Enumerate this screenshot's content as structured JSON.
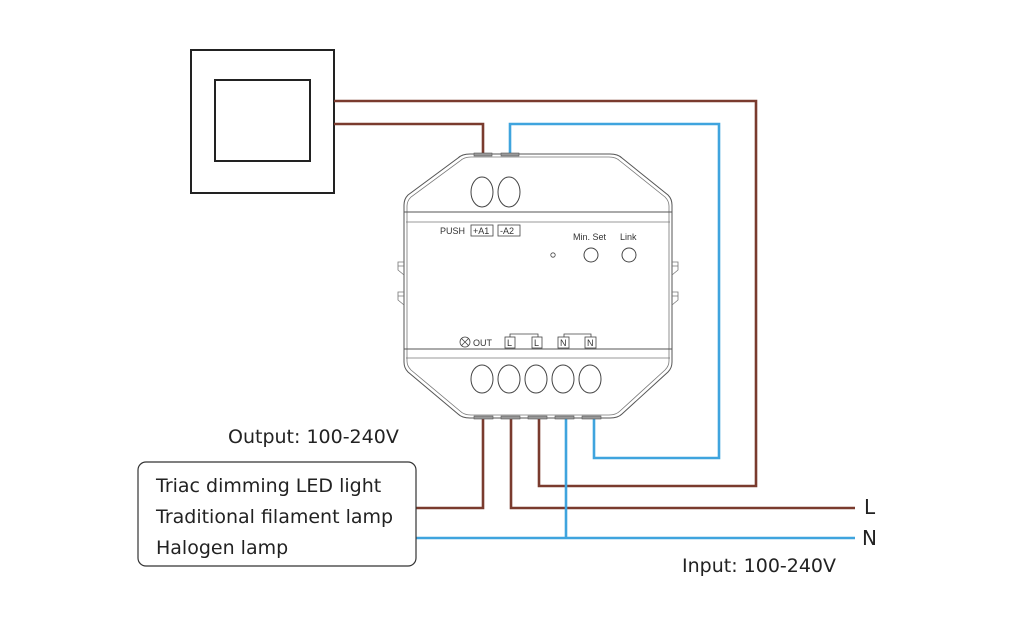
{
  "colors": {
    "live_wire": "#7a3b2e",
    "neutral_wire": "#3fa4de",
    "outline": "#222222"
  },
  "module": {
    "top_labels": {
      "push": "PUSH",
      "a1": "+A1",
      "a2": "-A2",
      "min_set": "Min. Set",
      "link": "Link"
    },
    "bottom_labels": {
      "out_symbol": "⊗",
      "out": "OUT",
      "terminals": [
        "L",
        "L",
        "N",
        "N"
      ]
    }
  },
  "labels": {
    "output": "Output: 100-240V",
    "input": "Input: 100-240V",
    "line_L": "L",
    "line_N": "N"
  },
  "load_box": {
    "lines": [
      "Triac dimming LED light",
      "Traditional filament lamp",
      "Halogen lamp"
    ]
  },
  "icons": {
    "wall_switch": "push-button-switch-icon",
    "lamp_symbol": "lamp-out-icon"
  }
}
